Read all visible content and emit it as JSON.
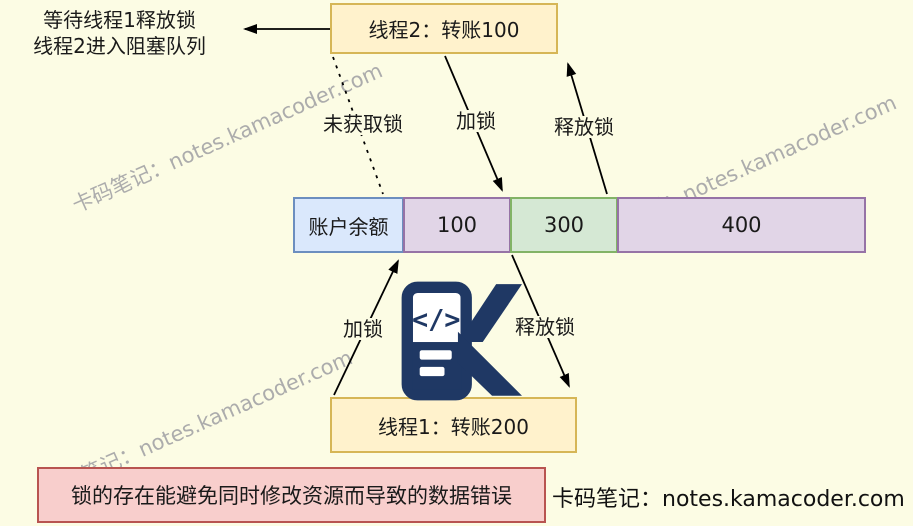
{
  "watermark": {
    "text": "卡码笔记：notes.kamacoder.com"
  },
  "blocked_note": {
    "line1": "等待线程1释放锁",
    "line2": "线程2进入阻塞队列"
  },
  "boxes": {
    "thread2": {
      "label": "线程2：转账100"
    },
    "thread1": {
      "label": "线程1：转账200"
    }
  },
  "balance_row": {
    "header": "账户余额",
    "header_fill": "#DAE8FC",
    "header_border": "#6C8EBF",
    "cells": [
      {
        "value": "100",
        "fill": "#E1D5E7",
        "border": "#9673A6"
      },
      {
        "value": "300",
        "fill": "#D5E8D4",
        "border": "#82B366"
      },
      {
        "value": "400",
        "fill": "#E1D5E7",
        "border": "#9673A6"
      }
    ]
  },
  "edge_labels": {
    "not_acquired": "未获取锁",
    "lock_thread2": "加锁",
    "unlock_thread2": "释放锁",
    "lock_thread1": "加锁",
    "unlock_thread1": "释放锁"
  },
  "conclusion": {
    "text": "锁的存在能避免同时修改资源而导致的数据错误"
  },
  "footer": {
    "site": "卡码笔记：notes.kamacoder.com"
  },
  "logo": {
    "name": "kamacoder-logo",
    "color": "#1F3864"
  },
  "colors": {
    "background": "#FCFCE4",
    "thread_box_fill": "#FFF2CC",
    "thread_box_border": "#D6B656",
    "conclusion_fill": "#F8CECC",
    "conclusion_border": "#B85450",
    "arrow": "#000000",
    "watermark": "#ACACAC"
  }
}
